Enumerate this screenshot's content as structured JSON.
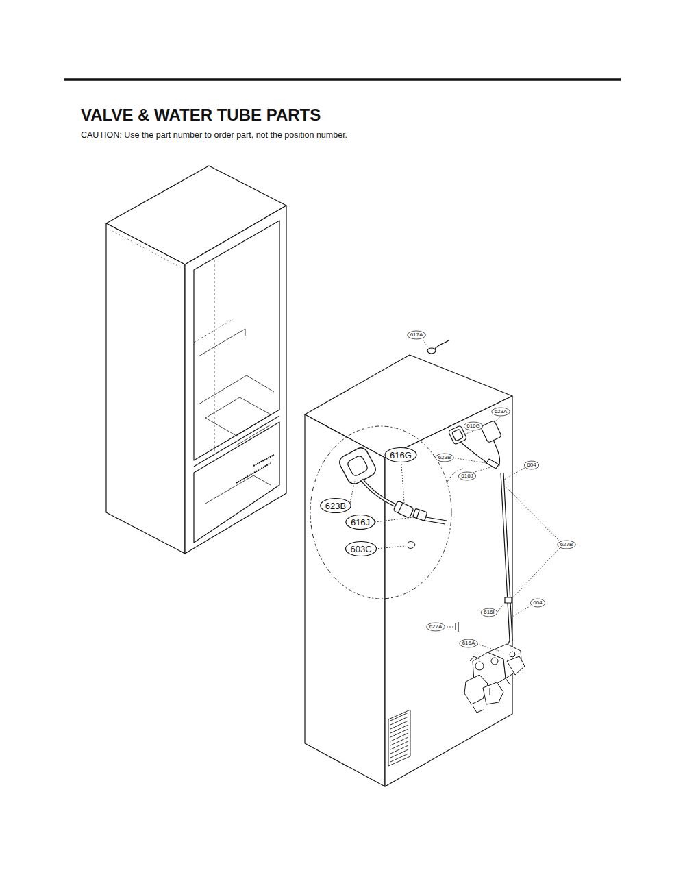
{
  "diagram": {
    "title": "VALVE & WATER TUBE PARTS",
    "caption": "CAUTION: Use the part number to order part, not the position number.",
    "labels": [
      "617A",
      "623A",
      "616G",
      "616G",
      "623B",
      "616J",
      "604",
      "623B",
      "616J",
      "627B",
      "603C",
      "604",
      "616I",
      "627A",
      "616A"
    ]
  }
}
